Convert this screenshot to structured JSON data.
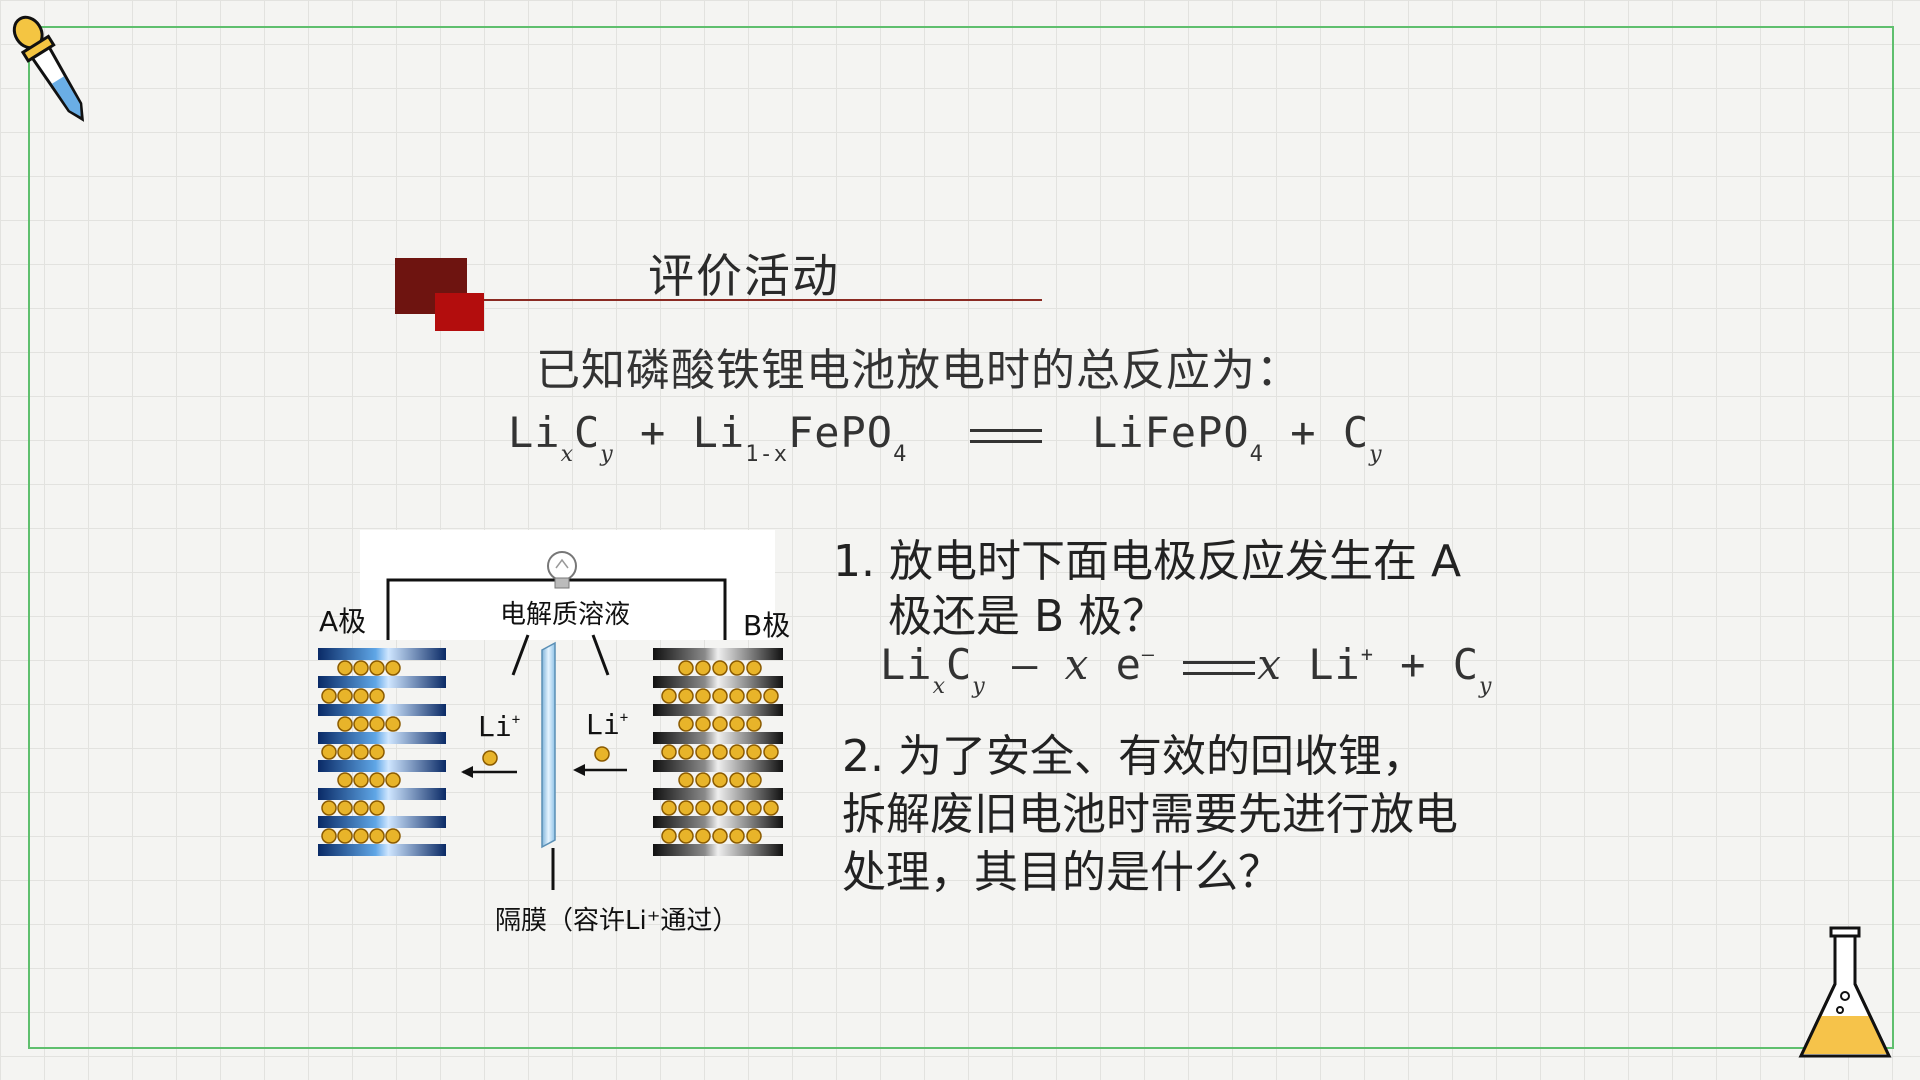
{
  "slide": {
    "heading": "评价活动",
    "intro": "已知磷酸铁锂电池放电时的总反应为：",
    "equation": {
      "r1": "Li",
      "r1_sub1": "x",
      "r1_c": "C",
      "r1_sub2": "y",
      "plus1": "+",
      "r2": "Li",
      "r2_sub": "1-x",
      "r2_rest": "FePO",
      "r2_sub2": "4",
      "p1": "LiFePO",
      "p1_sub": "4",
      "plus2": "+",
      "p2": "C",
      "p2_sub": "y"
    },
    "question1": {
      "line1": "1. 放电时下面电极反应发生在 A",
      "line2": "极还是 B 极？"
    },
    "half_equation": {
      "a": "Li",
      "a_sub1": "x",
      "a_c": "C",
      "a_sub2": "y",
      "minus": "–",
      "coef": "x",
      "e": "e",
      "e_sup": "–",
      "coef2": "x",
      "li": "Li",
      "li_sup": "+",
      "plus": "+",
      "c": "C",
      "c_sub": "y"
    },
    "question2": {
      "line1": "2. 为了安全、有效的回收锂，",
      "line2": "拆解废旧电池时需要先进行放电",
      "line3": "处理，其目的是什么？"
    },
    "diagram": {
      "electrode_a": "A极",
      "electrode_b": "B极",
      "electrolyte": "电解质溶液",
      "ion_left": "Li",
      "ion_left_sup": "+",
      "ion_right": "Li",
      "ion_right_sup": "+",
      "separator": "隔膜（容许Li⁺通过）"
    }
  },
  "colors": {
    "frame": "#5fbf6e",
    "title_dark": "#6e1410",
    "title_red": "#b30d0d",
    "ion": "#e0a81c"
  }
}
